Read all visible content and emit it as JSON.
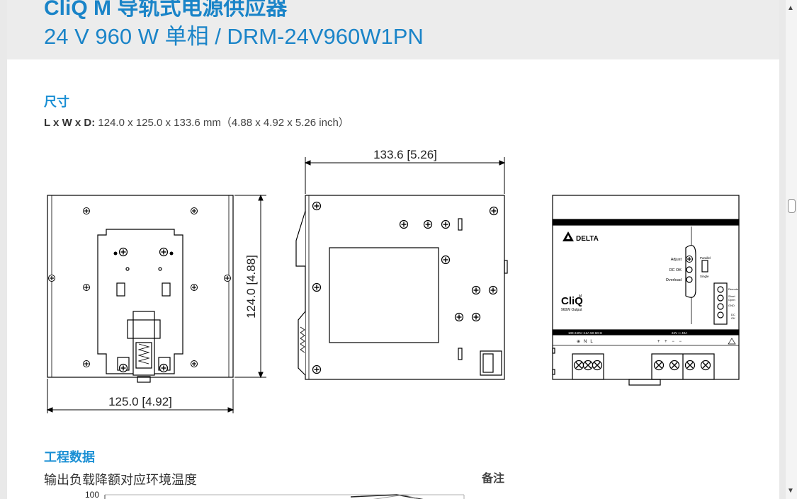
{
  "header": {
    "title": "CliQ M 导轨式电源供应器",
    "subtitle": "24 V 960 W 单相 / DRM-24V960W1PN"
  },
  "dimensions": {
    "heading": "尺寸",
    "label": "L x W x D:",
    "value": "124.0 x 125.0 x 133.6 mm（4.88 x 4.92 x 5.26 inch）",
    "front_width": "125.0 [4.92]",
    "front_height": "124.0 [4.88]",
    "side_depth": "133.6 [5.26]"
  },
  "device_labels": {
    "brand": "DELTA",
    "logo": "CliQ",
    "logo_sup": "M",
    "model": "960W Output",
    "adjust": "Adjust",
    "dc_ok": "DC OK",
    "overload": "Overload",
    "parallel": "Parallel",
    "single": "Single",
    "remote": "Remote",
    "short": "Short",
    "open": "Open",
    "gnd": "GND",
    "dc": "DC",
    "ok": "OK",
    "input_rating": "100-240V~12A 50-60Hz",
    "output_rating": "24V ⎓ 40A",
    "input_terminals": "⊕   N   L",
    "output_terminals": "+    +    −    −"
  },
  "engineering": {
    "heading": "工程数据",
    "chart_title": "输出负载降额对应环境温度",
    "y_tick_top": "100",
    "notes_heading": "备注"
  },
  "colors": {
    "accent": "#1a8fd4",
    "header_band": "#ececec"
  }
}
